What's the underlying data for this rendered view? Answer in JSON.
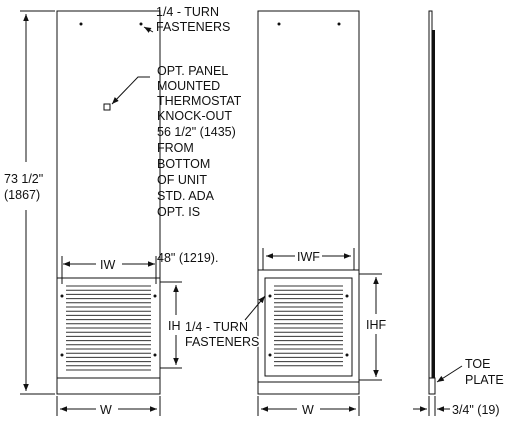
{
  "views": {
    "front": {
      "height_label": "73 1/2\"",
      "height_mm": "(1867)",
      "fastener_top": [
        "1/4 - TURN",
        "FASTENERS"
      ],
      "thermostat_note": [
        "OPT. PANEL",
        "MOUNTED",
        "THERMOSTAT",
        "KNOCK-OUT",
        "56 1/2\" (1435)",
        "FROM",
        "BOTTOM",
        "OF UNIT",
        "STD. ADA",
        "OPT. IS",
        "48\" (1219)."
      ],
      "iw_label": "IW",
      "ih_label": "IH",
      "w_label": "W"
    },
    "back": {
      "iwf_label": "IWF",
      "ihf_label": "IHF",
      "fastener_bottom": [
        "1/4 - TURN",
        "FASTENERS"
      ],
      "w_label": "W"
    },
    "side": {
      "toe_label": [
        "TOE",
        "PLATE"
      ],
      "depth_label": "3/4\" (19)"
    }
  },
  "colors": {
    "line": "#111111",
    "background": "#ffffff"
  }
}
